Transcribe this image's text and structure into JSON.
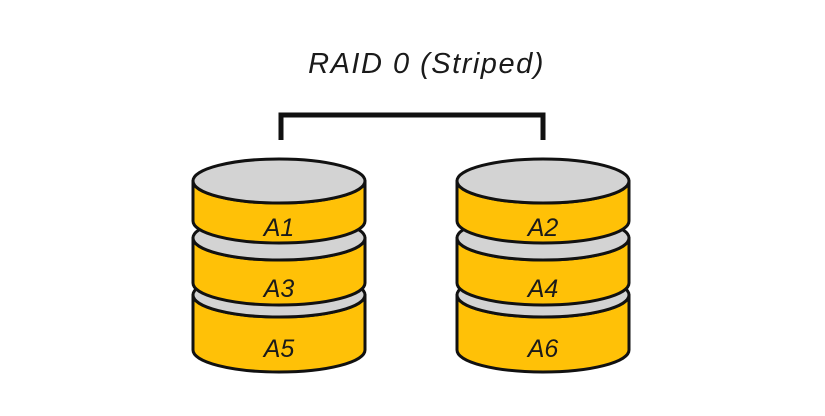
{
  "title": "RAID 0 (Striped)",
  "disks": [
    {
      "id": "disk-1",
      "blocks": [
        "A1",
        "A3",
        "A5"
      ]
    },
    {
      "id": "disk-2",
      "blocks": [
        "A2",
        "A4",
        "A6"
      ]
    }
  ],
  "colors": {
    "platter_body": "#ffc107",
    "platter_top": "#d3d3d3",
    "outline": "#111111",
    "text": "#1a1a1a",
    "background": "#ffffff"
  },
  "icons": {
    "disk_stack": "database-cylinder-icon",
    "connector": "bracket-connector"
  }
}
